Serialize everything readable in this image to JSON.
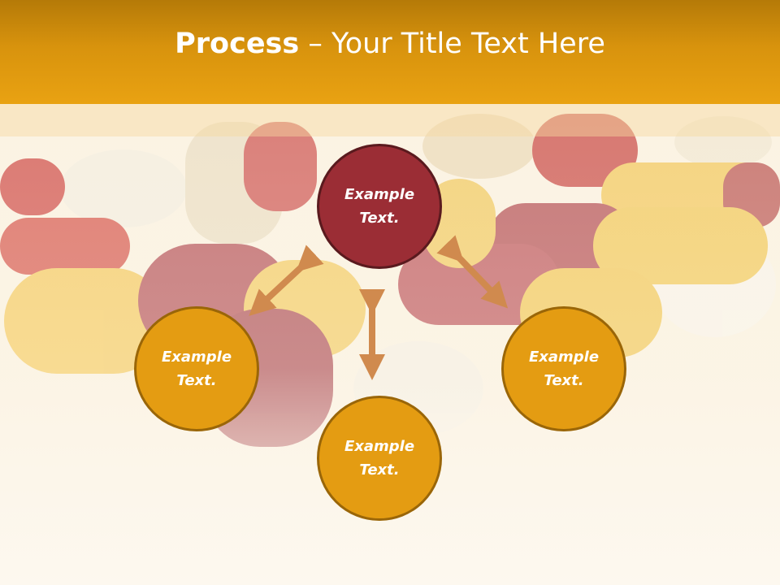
{
  "title": {
    "bold": "Process",
    "rest": " – Your Title Text Here"
  },
  "colors": {
    "header": "#e49c12",
    "center_node": "#9b2d35",
    "outer_node": "#e49c12",
    "arrow": "#d08a4e"
  },
  "nodes": {
    "center": {
      "line1": "Example",
      "line2": "Text."
    },
    "left": {
      "line1": "Example",
      "line2": "Text."
    },
    "bottom": {
      "line1": "Example",
      "line2": "Text."
    },
    "right": {
      "line1": "Example",
      "line2": "Text."
    }
  }
}
